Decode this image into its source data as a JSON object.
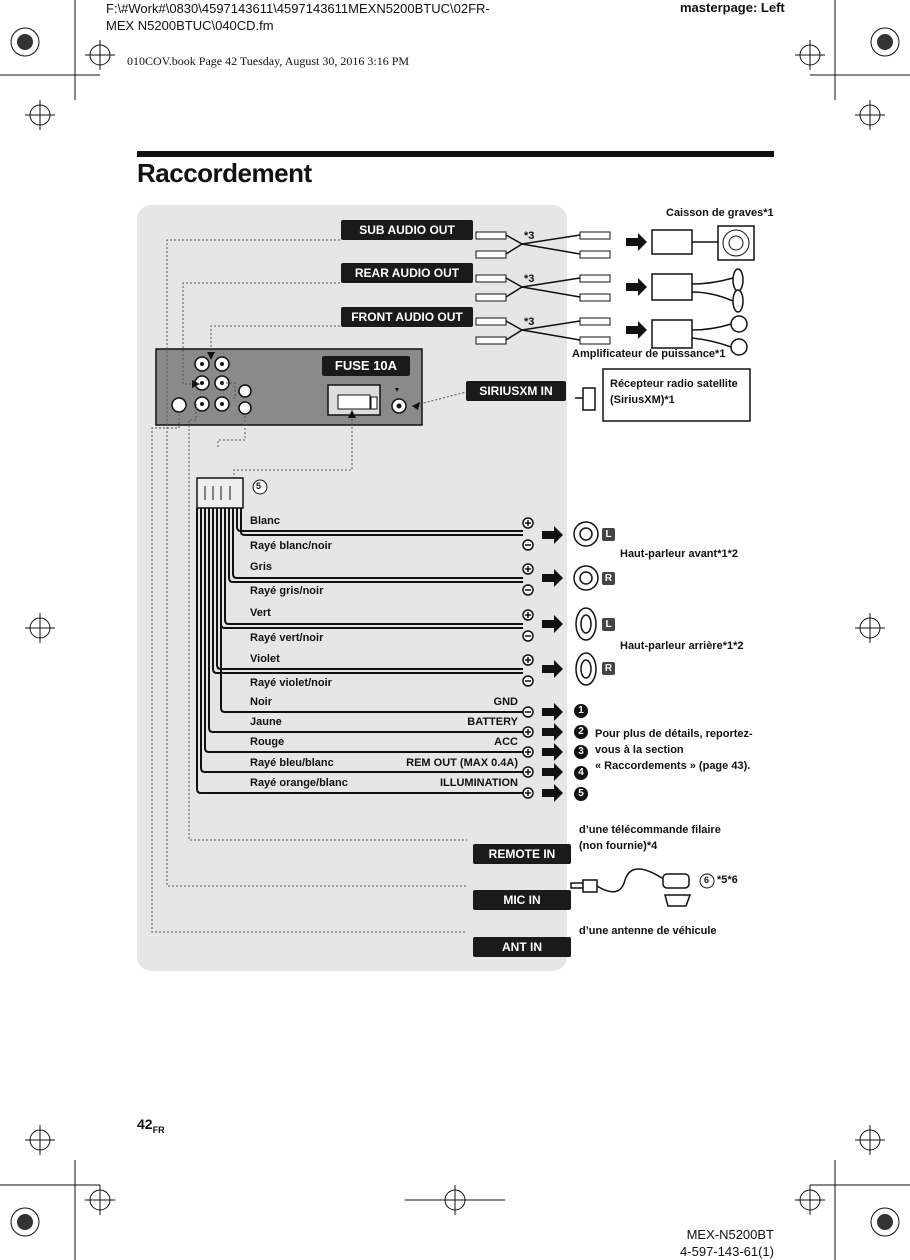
{
  "header": {
    "path_line1": "F:\\#Work#\\0830\\4597143611\\4597143611MEXN5200BTUC\\02FR-",
    "path_line2": "MEX N5200BTUC\\040CD.fm",
    "masterpage": "masterpage: Left",
    "book_info": "010COV.book  Page 42  Tuesday, August 30, 2016  3:16 PM"
  },
  "page_title": "Raccordement",
  "outputs": {
    "sub": "SUB AUDIO OUT",
    "rear": "REAR AUDIO OUT",
    "front": "FRONT AUDIO OUT",
    "fuse": "FUSE 10A",
    "siriusxm": "SIRIUSXM IN",
    "remote": "REMOTE IN",
    "mic": "MIC IN",
    "ant": "ANT IN"
  },
  "star3": "*3",
  "devices": {
    "subwoofer": "Caisson de graves*1",
    "amplifier": "Amplificateur de puissance*1",
    "satellite_line1": "Récepteur radio satellite",
    "satellite_line2": "(SiriusXM)*1",
    "front_speaker": "Haut-parleur avant*1*2",
    "rear_speaker": "Haut-parleur arrière*1*2",
    "remote_line1": "d’une télécommande filaire",
    "remote_line2": "(non fournie)*4",
    "mic_note": "*5*6",
    "antenna": "d’une antenne de véhicule",
    "harness_num": "5",
    "mic_num": "6"
  },
  "wires": [
    {
      "name": "Blanc"
    },
    {
      "name": "Rayé blanc/noir"
    },
    {
      "name": "Gris"
    },
    {
      "name": "Rayé gris/noir"
    },
    {
      "name": "Vert"
    },
    {
      "name": "Rayé vert/noir"
    },
    {
      "name": "Violet"
    },
    {
      "name": "Rayé violet/noir"
    },
    {
      "name": "Noir",
      "function": "GND"
    },
    {
      "name": "Jaune",
      "function": "BATTERY"
    },
    {
      "name": "Rouge",
      "function": "ACC"
    },
    {
      "name": "Rayé bleu/blanc",
      "function": "REM OUT (MAX 0.4A)"
    },
    {
      "name": "Rayé orange/blanc",
      "function": "ILLUMINATION"
    }
  ],
  "speaker_letters": [
    "L",
    "R",
    "L",
    "R"
  ],
  "numbers": [
    "1",
    "2",
    "3",
    "4",
    "5"
  ],
  "details_note": {
    "line1": "Pour plus de détails, reportez-",
    "line2": "vous à la section",
    "line3": "« Raccordements » (page 43)."
  },
  "footer": {
    "page_num": "42",
    "page_suffix": "FR",
    "model": "MEX-N5200BT",
    "code": "4-597-143-61(1)"
  }
}
